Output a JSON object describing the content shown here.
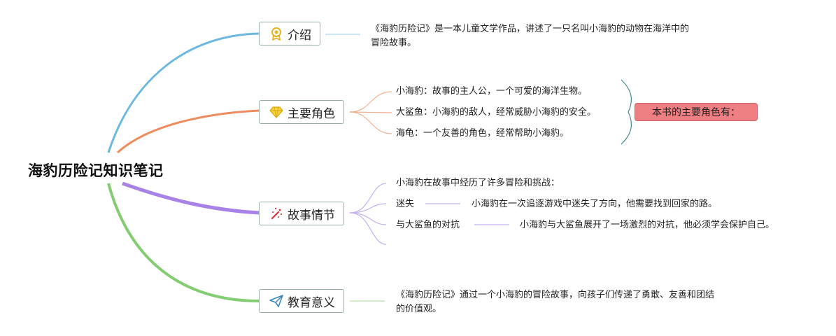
{
  "root": {
    "label": "海豹历险记知识笔记"
  },
  "topics": {
    "intro": {
      "label": "介绍",
      "icon": "award-ribbon-icon",
      "color": "#6cb8e0"
    },
    "characters": {
      "label": "主要角色",
      "icon": "diamond-icon",
      "color": "#ed8c5f"
    },
    "plot": {
      "label": "故事情节",
      "icon": "sparkle-icon",
      "color": "#a982e8"
    },
    "meaning": {
      "label": "教育意义",
      "icon": "paper-plane-icon",
      "color": "#84cc72"
    }
  },
  "intro": {
    "text_line1": "《海豹历险记》是一本儿童文学作品，讲述了一只名叫小海豹的动物在海洋中的",
    "text_line2": "冒险故事。"
  },
  "characters": {
    "items": [
      "小海豹：故事的主人公，一个可爱的海洋生物。",
      "大鲨鱼：小海豹的敌人，经常威胁小海豹的安全。",
      "海龟：一个友善的角色，经常帮助小海豹。"
    ],
    "summary": "本书的主要角色有："
  },
  "plot": {
    "intro": "小海豹在故事中经历了许多冒险和挑战：",
    "events": [
      {
        "label": "迷失",
        "detail": "小海豹在一次追逐游戏中迷失了方向，他需要找到回家的路。"
      },
      {
        "label": "与大鲨鱼的对抗",
        "detail": "小海豹与大鲨鱼展开了一场激烈的对抗，他必须学会保护自己。"
      }
    ]
  },
  "meaning": {
    "text_line1": "《海豹历险记》通过一个小海豹的冒险故事，向孩子们传递了勇敢、友善和团结",
    "text_line2": "的价值观。"
  }
}
